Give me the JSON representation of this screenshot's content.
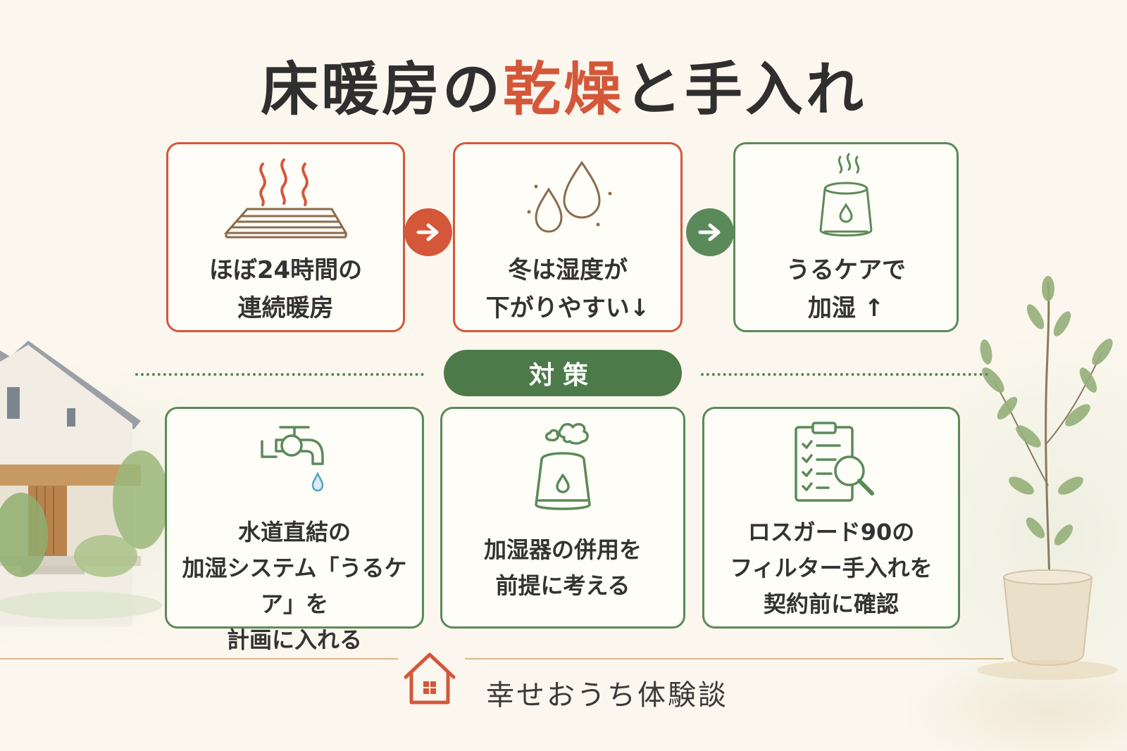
{
  "title": {
    "part1": "床暖房の",
    "accent": "乾燥",
    "part2": "と手入れ"
  },
  "steps": [
    {
      "line1": "ほぼ24時間の",
      "line2": "連続暖房"
    },
    {
      "line1": "冬は湿度が",
      "line2": "下がりやすい↓"
    },
    {
      "line1": "うるケアで",
      "line2": "加湿 ↑"
    }
  ],
  "section_label": "対策",
  "measures": [
    {
      "line1": "水道直結の",
      "line2": "加湿システム「うるケア」を",
      "line3": "計画に入れる"
    },
    {
      "line1": "加湿器の併用を",
      "line2": "前提に考える"
    },
    {
      "line1": "ロスガード90の",
      "line2": "フィルター手入れを",
      "line3": "契約前に確認"
    }
  ],
  "footer": {
    "brand": "幸せおうち体験談"
  },
  "colors": {
    "accent_red": "#d4573a",
    "accent_green": "#5b8a5a",
    "background": "#fbf7ee"
  },
  "icons": [
    "floor-heating-icon",
    "water-drops-icon",
    "humidifier-icon",
    "faucet-icon",
    "humidifier-steam-icon",
    "checklist-magnifier-icon",
    "house-logo-icon",
    "arrow-right-icon"
  ]
}
